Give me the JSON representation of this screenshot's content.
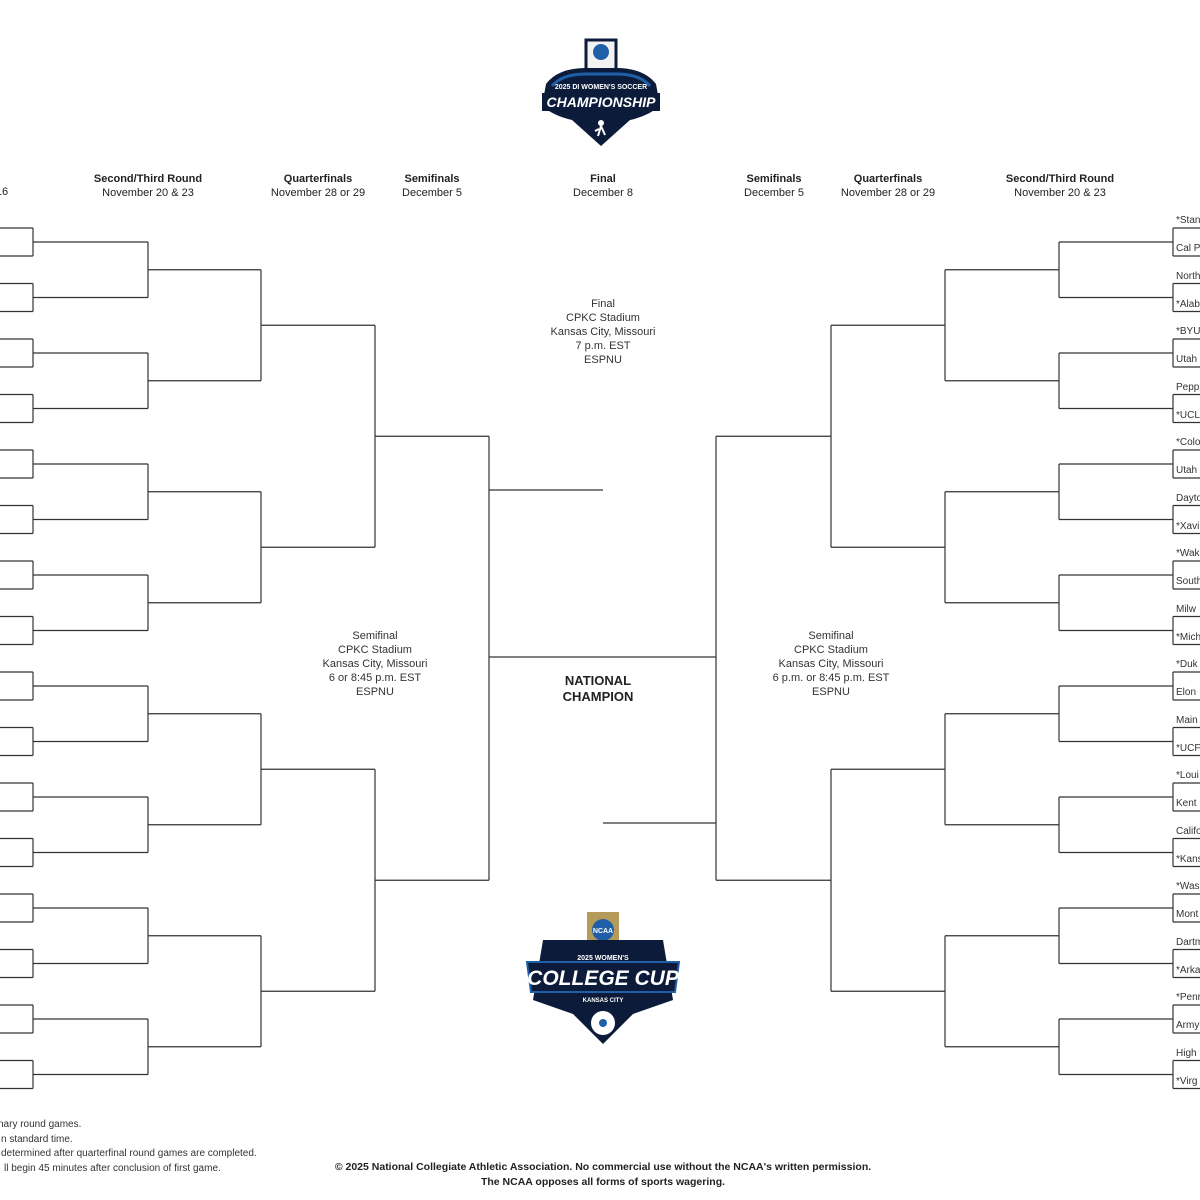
{
  "logos": {
    "top": {
      "org": "NCAA",
      "text": "2025 DI WOMEN'S SOCCER CHAMPIONSHIP"
    },
    "bottom": {
      "org": "NCAA",
      "text": "2025 WOMEN'S COLLEGE CUP KANSAS CITY"
    }
  },
  "headers": {
    "left_first": {
      "date": "16"
    },
    "left_second": {
      "title": "Second/Third Round",
      "date": "November 20 & 23"
    },
    "left_qf": {
      "title": "Quarterfinals",
      "date": "November 28 or 29"
    },
    "left_sf": {
      "title": "Semifinals",
      "date": "December 5"
    },
    "final": {
      "title": "Final",
      "date": "December 8"
    },
    "right_sf": {
      "title": "Semifinals",
      "date": "December 5"
    },
    "right_qf": {
      "title": "Quarterfinals",
      "date": "November 28 or 29"
    },
    "right_second": {
      "title": "Second/Third Round",
      "date": "November 20 & 23"
    }
  },
  "final_info": [
    "Final",
    "CPKC Stadium",
    "Kansas City, Missouri",
    "7 p.m. EST",
    "ESPNU"
  ],
  "semifinal_left_info": [
    "Semifinal",
    "CPKC Stadium",
    "Kansas City, Missouri",
    "6 or 8:45 p.m. EST",
    "ESPNU"
  ],
  "semifinal_right_info": [
    "Semifinal",
    "CPKC Stadium",
    "Kansas City, Missouri",
    "6 p.m. or 8:45 p.m. EST",
    "ESPNU"
  ],
  "champion": [
    "NATIONAL",
    "CHAMPION"
  ],
  "right_teams": [
    "*Stan",
    "Cal P",
    "North",
    "*Alab",
    "*BYU",
    "Utah",
    "Pepp",
    "*UCL",
    "*Colo",
    "Utah",
    "Dayto",
    "*Xavi",
    "*Wak",
    "South",
    "Milw",
    "*Mich",
    "*Duk",
    "Elon",
    "Main",
    "*UCF",
    "*Loui",
    "Kent",
    "Califo",
    "*Kans",
    "*Was",
    "Mont",
    "Dartm",
    "*Arka",
    "*Penn",
    "Army",
    "High",
    "*Virg"
  ],
  "footnotes": [
    "nary round games.",
    "n standard time.",
    "determined after quarterfinal round games are completed.",
    "ll begin 45 minutes after conclusion of first game."
  ],
  "copyright": [
    "© 2025 National Collegiate Athletic Association.  No commercial use without the NCAA's written permission.",
    "The NCAA opposes all forms of sports wagering."
  ],
  "colors": {
    "line": "#333333",
    "logo_navy": "#0d1b3a",
    "logo_blue": "#1e5fa8",
    "logo_gold": "#b59a5a"
  }
}
